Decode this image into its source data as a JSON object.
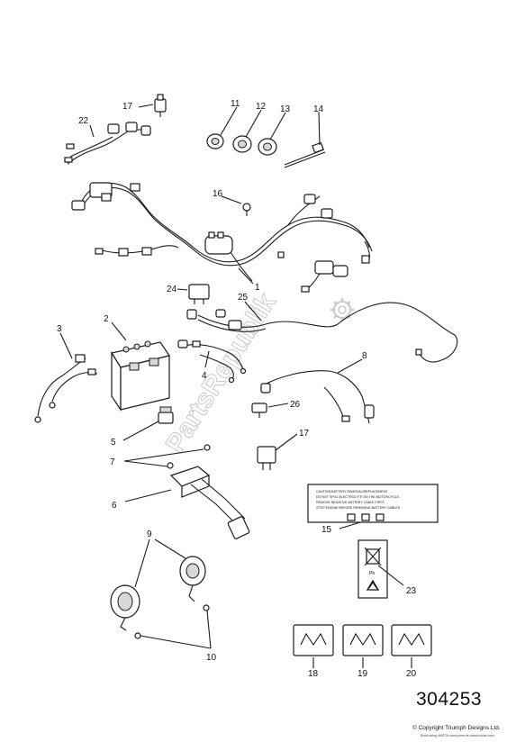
{
  "diagram_number": "304253",
  "copyright": "© Copyright Triumph Designs Ltd.",
  "copyright_sub": "Built using INETA components  www.ineta.com",
  "watermark": "PartsRepublik",
  "caution_label": {
    "lines": [
      "CAUTION BATTERY REMOVAL/REPLACEMENT",
      "DO NOT SPILL ELECTROLYTE ON THE MOTORCYCLE.",
      "REMOVE NEGATIVE BATTERY CABLE FIRST",
      "STOP ENGINE BEFORE REMOVING BATTERY CABLES."
    ]
  },
  "disposal_label": {
    "caption": "Pb"
  },
  "callouts": {
    "c1": "1",
    "c2": "2",
    "c3": "3",
    "c4": "4",
    "c5": "5",
    "c6": "6",
    "c7": "7",
    "c8": "8",
    "c9": "9",
    "c10": "10",
    "c11": "11",
    "c12": "12",
    "c13": "13",
    "c14": "14",
    "c15": "15",
    "c16": "16",
    "c17a": "17",
    "c17b": "17",
    "c18": "18",
    "c19": "19",
    "c20": "20",
    "c22": "22",
    "c23": "23",
    "c24": "24",
    "c25": "25",
    "c26": "26"
  },
  "icons": {
    "gear": "gear-icon",
    "recycle": "recycle-icon",
    "crossed_bin": "crossed-bin-icon"
  }
}
